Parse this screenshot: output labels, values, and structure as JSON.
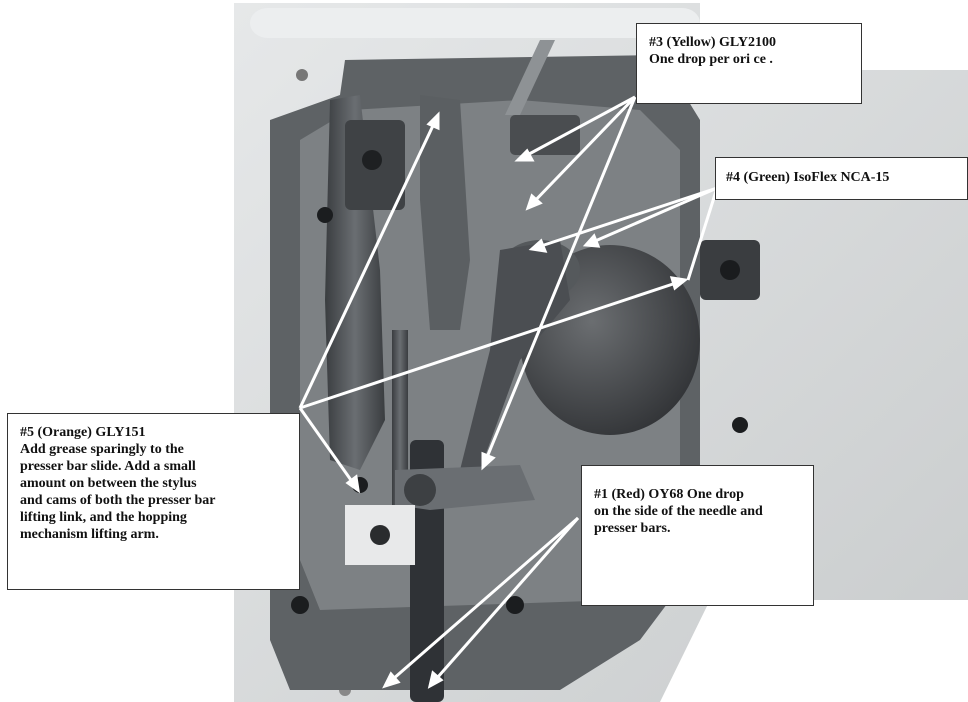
{
  "callouts": {
    "c3": {
      "line1": "#3 (Yellow) GLY2100",
      "line2": "One drop per ori ce ."
    },
    "c4": {
      "line1": "#4 (Green) IsoFlex NCA-15"
    },
    "c5": {
      "line1": "#5 (Orange) GLY151",
      "line2": "Add grease sparingly to the",
      "line3": "presser bar slide. Add a small",
      "line4": "amount on between the stylus",
      "line5": "and cams of both the presser bar",
      "line6": "lifting link, and the hopping",
      "line7": "mechanism lifting arm."
    },
    "c1": {
      "line1": "#1 (Red) OY68 One drop",
      "line2": "on the side of the needle and",
      "line3": "presser bars."
    }
  },
  "colors": {
    "arrow": "#ffffff",
    "casing": "#d9dcdd",
    "metal": "#4a4d50"
  }
}
